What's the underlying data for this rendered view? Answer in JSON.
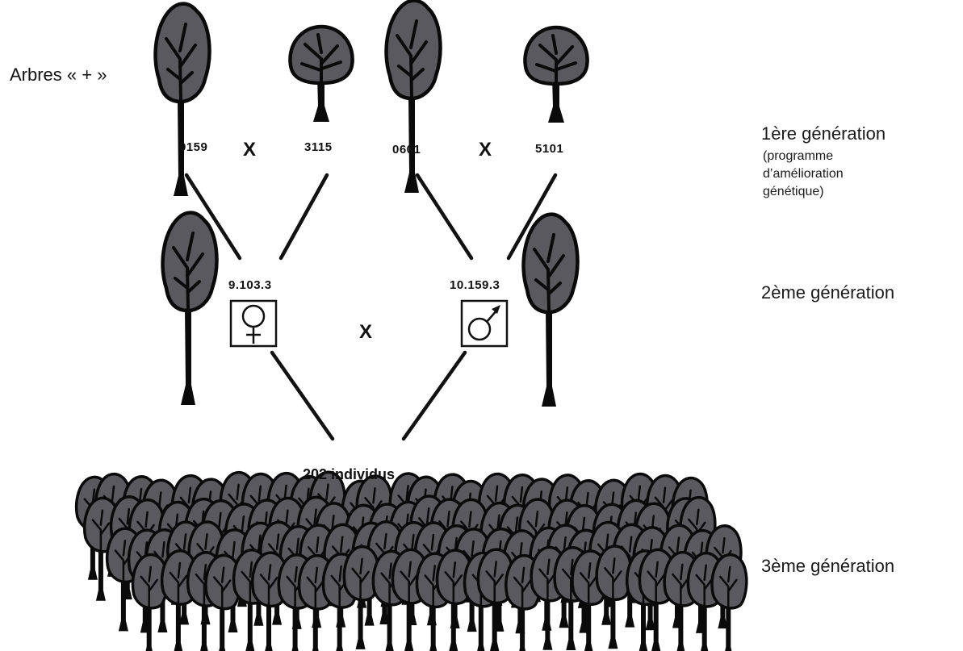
{
  "labels": {
    "plus_trees": "Arbres « + »",
    "cross_symbol": "X",
    "offspring": "202 individus"
  },
  "generation_1": {
    "title": "1ère génération",
    "note_line1": "(programme",
    "note_line2": "d’amélioration",
    "note_line3": "génétique)",
    "trees": [
      "0159",
      "3115",
      "0601",
      "5101"
    ]
  },
  "generation_2": {
    "title": "2ème génération",
    "female": {
      "code": "9.103.3",
      "symbol": "female-symbol-icon"
    },
    "male": {
      "code": "10.159.3",
      "symbol": "male-symbol-icon"
    }
  },
  "generation_3": {
    "title": "3ème génération"
  },
  "colors": {
    "foliage": "#5a5a5e",
    "outline": "#0a0a0a",
    "line": "#111111"
  }
}
